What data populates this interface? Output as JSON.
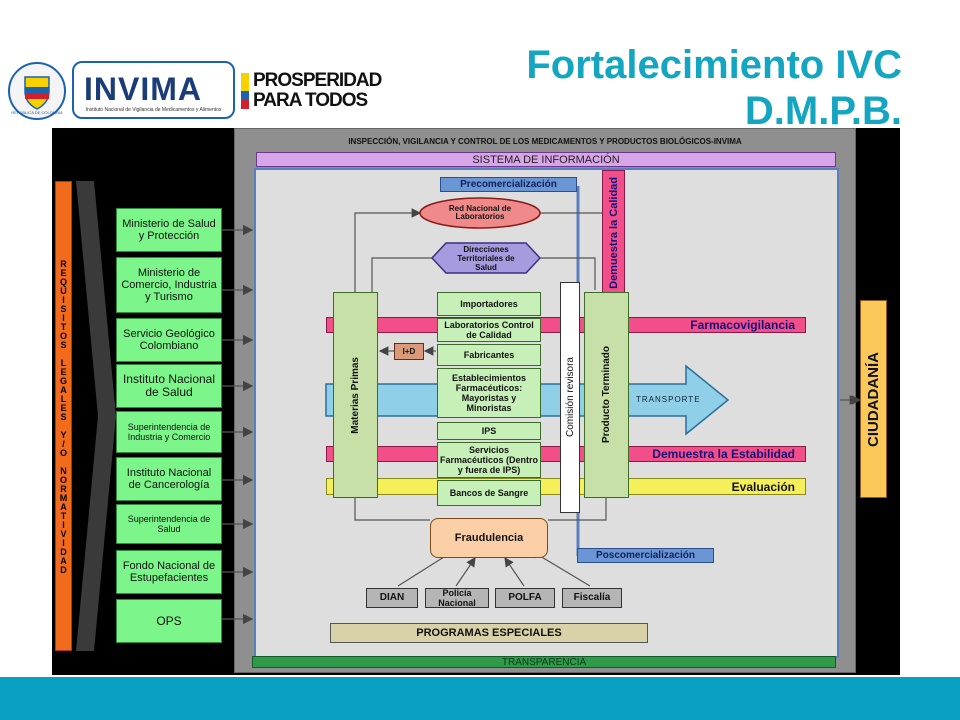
{
  "header": {
    "title_line1": "Fortalecimiento IVC",
    "title_line2": "D.M.P.B.",
    "logos": {
      "republica_seal": "REPÚBLICA DE COLOMBIA",
      "invima_name": "INVIMA",
      "invima_sub": "Instituto Nacional de Vigilancia de Medicamentos y Alimentos",
      "prosperidad_1": "PROSPERIDAD",
      "prosperidad_2": "PARA TODOS"
    }
  },
  "diagram": {
    "panel_title": "INSPECCIÓN, VIGILANCIA Y CONTROL DE LOS MEDICAMENTOS Y PRODUCTOS BIOLÓGICOS-INVIMA",
    "sistema_info": "SISTEMA DE INFORMACIÓN",
    "requisitos": "REQUISITOS LEGALES Y/O NORMATIVIDAD",
    "ministries": [
      "Ministerio de Salud y Protección",
      "Ministerio de Comercio, Industria y Turismo",
      "Servicio Geológico Colombiano",
      "Instituto Nacional de Salud",
      "Superintendencia de Industria y Comercio",
      "Instituto Nacional de Cancerología",
      "Superintendencia de Salud",
      "Fondo Nacional de Estupefacientes",
      "OPS"
    ],
    "precomercializacion": "Precomercialización",
    "poscomercializacion": "Poscomercialización",
    "red_nacional": "Red Nacional de Laboratorios",
    "direcciones": "Direcciones Territoriales de Salud",
    "muestra_calidad": "Demuestra la Calidad",
    "materias_primas": "Materias Primas",
    "producto_terminado": "Producto Terminado",
    "comision": "Comisión revisora",
    "id": "I+D",
    "actors": [
      "Importadores",
      "Laboratorios Control de Calidad",
      "Fabricantes",
      "Establecimientos Farmacéuticos: Mayoristas y Minoristas",
      "IPS",
      "Servicios Farmacéuticos (Dentro y fuera de IPS)",
      "Bancos de Sangre"
    ],
    "bands": {
      "farmacovigilancia": "Farmacovigilancia",
      "transporte": "TRANSPORTE",
      "estabilidad": "Demuestra la Estabilidad",
      "evaluacion": "Evaluación"
    },
    "fraudulencia": "Fraudulencia",
    "agencies": [
      "DIAN",
      "Policía Nacional",
      "POLFA",
      "Fiscalía"
    ],
    "programas": "PROGRAMAS ESPECIALES",
    "transparencia": "TRANSPARENCIA",
    "ciudadania": "CIUDADANÍA"
  }
}
